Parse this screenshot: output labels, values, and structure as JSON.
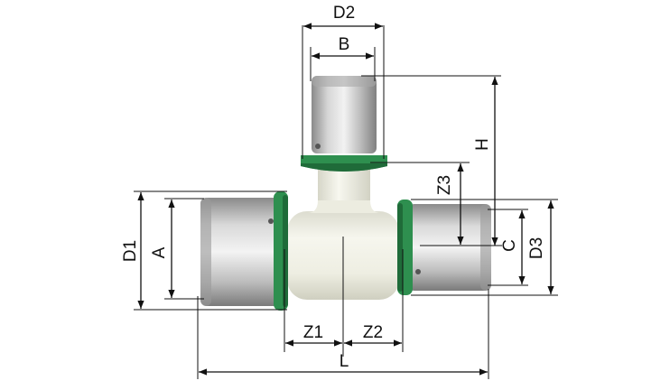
{
  "colors": {
    "body": "#f1f1e6",
    "body_shade": "#d9d9cb",
    "ring": "#2e8f4f",
    "ring_dark": "#1f6b39",
    "metal_light": "#ececec",
    "metal_mid": "#b8b8b8",
    "metal_dark": "#7d7d7d",
    "line": "#111111"
  },
  "labels": {
    "d2": "D2",
    "b": "B",
    "h": "H",
    "z3": "Z3",
    "d1": "D1",
    "a": "A",
    "c": "C",
    "d3": "D3",
    "z1": "Z1",
    "z2": "Z2",
    "l": "L"
  }
}
